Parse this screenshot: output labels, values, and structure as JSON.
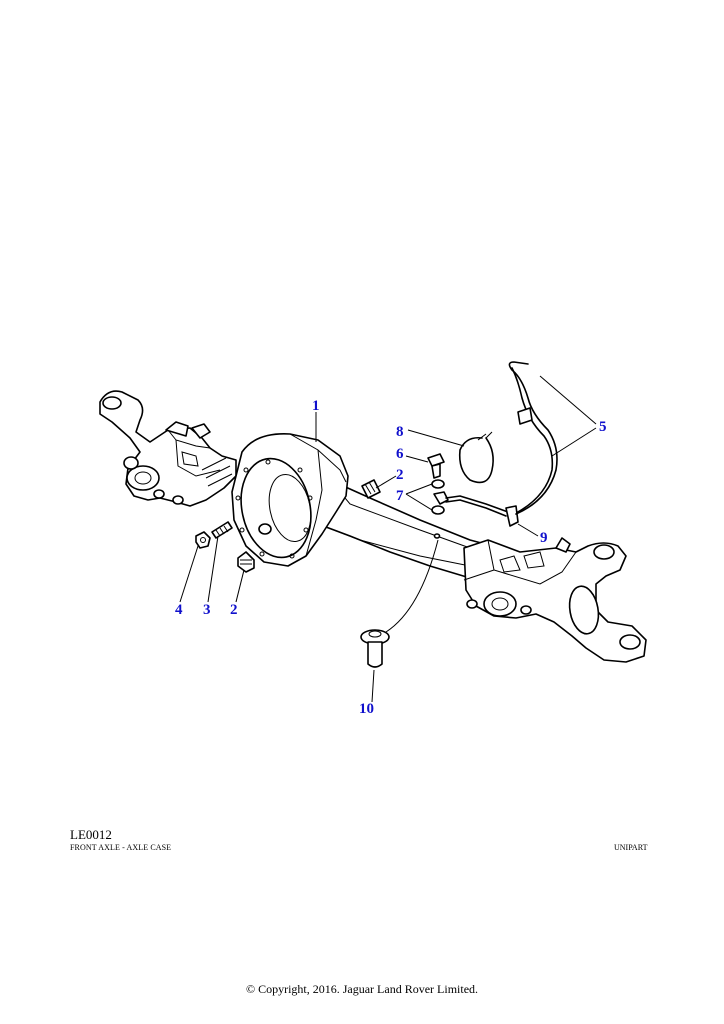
{
  "diagram": {
    "callouts": [
      {
        "id": "c1",
        "label": "1"
      },
      {
        "id": "c2a",
        "label": "2"
      },
      {
        "id": "c2b",
        "label": "2"
      },
      {
        "id": "c3",
        "label": "3"
      },
      {
        "id": "c4",
        "label": "4"
      },
      {
        "id": "c5",
        "label": "5"
      },
      {
        "id": "c6",
        "label": "6"
      },
      {
        "id": "c7",
        "label": "7"
      },
      {
        "id": "c8",
        "label": "8"
      },
      {
        "id": "c9",
        "label": "9"
      },
      {
        "id": "c10",
        "label": "10"
      }
    ],
    "callout_color": "#1010cc"
  },
  "footer": {
    "ref_code": "LE0012",
    "description": "FRONT AXLE - AXLE CASE",
    "brand": "UNIPART",
    "copyright": "© Copyright, 2016. Jaguar Land Rover Limited."
  }
}
